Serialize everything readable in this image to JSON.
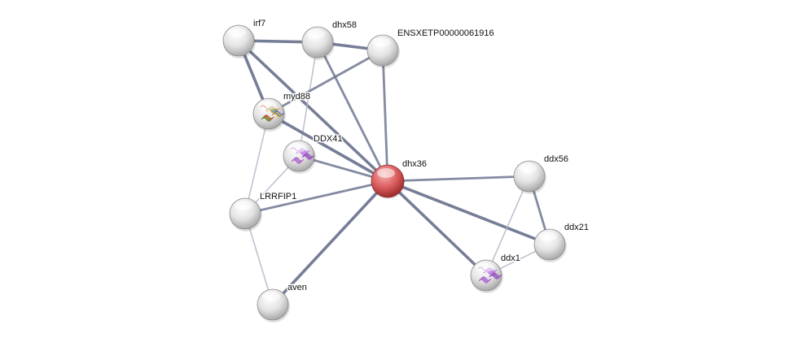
{
  "network": {
    "colors": {
      "edge_strong": "#6f7690",
      "edge_weak": "#b4b8c8",
      "node": "#e6e6e6",
      "query_node": "#d9585a"
    },
    "nodes": [
      {
        "id": "irf7",
        "label": "irf7",
        "query": false,
        "structure": "none"
      },
      {
        "id": "dhx58",
        "label": "dhx58",
        "query": false,
        "structure": "none"
      },
      {
        "id": "ens",
        "label": "ENSXETP00000061916",
        "query": false,
        "structure": "none"
      },
      {
        "id": "myd88",
        "label": "myd88",
        "query": false,
        "structure": "rainbow"
      },
      {
        "id": "ddx41",
        "label": "DDX41",
        "query": false,
        "structure": "purple"
      },
      {
        "id": "dhx36",
        "label": "dhx36",
        "query": true,
        "structure": "none"
      },
      {
        "id": "ddx56",
        "label": "ddx56",
        "query": false,
        "structure": "none"
      },
      {
        "id": "lrrfip1",
        "label": "LRRFIP1",
        "query": false,
        "structure": "none"
      },
      {
        "id": "ddx21",
        "label": "ddx21",
        "query": false,
        "structure": "none"
      },
      {
        "id": "ddx1",
        "label": "ddx1",
        "query": false,
        "structure": "purple"
      },
      {
        "id": "aven",
        "label": "aven",
        "query": false,
        "structure": "none"
      }
    ],
    "edges": [
      {
        "s": "irf7",
        "t": "dhx58",
        "w": 3
      },
      {
        "s": "irf7",
        "t": "myd88",
        "w": 3
      },
      {
        "s": "irf7",
        "t": "dhx36",
        "w": 3
      },
      {
        "s": "dhx58",
        "t": "ens",
        "w": 3
      },
      {
        "s": "dhx58",
        "t": "dhx36",
        "w": 2
      },
      {
        "s": "dhx58",
        "t": "ddx41",
        "w": 1
      },
      {
        "s": "ens",
        "t": "myd88",
        "w": 2
      },
      {
        "s": "ens",
        "t": "dhx36",
        "w": 2
      },
      {
        "s": "myd88",
        "t": "dhx36",
        "w": 3
      },
      {
        "s": "myd88",
        "t": "lrrfip1",
        "w": 1
      },
      {
        "s": "ddx41",
        "t": "dhx36",
        "w": 2
      },
      {
        "s": "ddx41",
        "t": "lrrfip1",
        "w": 1
      },
      {
        "s": "lrrfip1",
        "t": "dhx36",
        "w": 2
      },
      {
        "s": "lrrfip1",
        "t": "aven",
        "w": 1
      },
      {
        "s": "aven",
        "t": "dhx36",
        "w": 3
      },
      {
        "s": "dhx36",
        "t": "ddx56",
        "w": 2
      },
      {
        "s": "dhx36",
        "t": "ddx21",
        "w": 3
      },
      {
        "s": "dhx36",
        "t": "ddx1",
        "w": 3
      },
      {
        "s": "ddx56",
        "t": "ddx21",
        "w": 2
      },
      {
        "s": "ddx56",
        "t": "ddx1",
        "w": 1
      },
      {
        "s": "ddx21",
        "t": "ddx1",
        "w": 1
      }
    ]
  }
}
